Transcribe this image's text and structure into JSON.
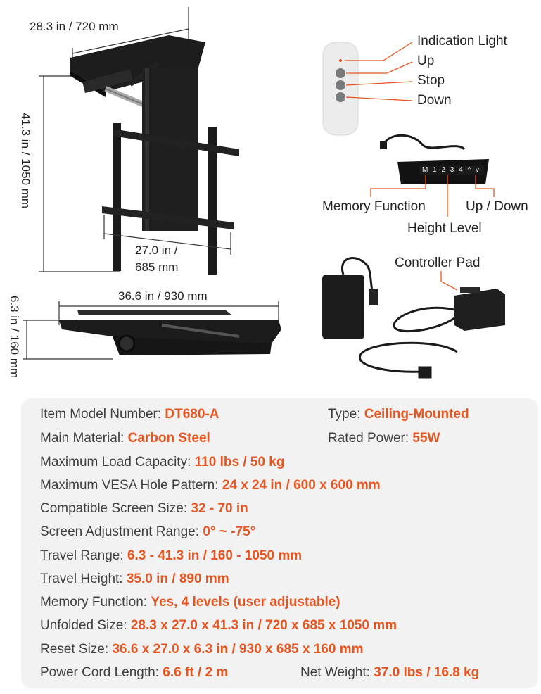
{
  "dimensions": {
    "top_width": "28.3 in / 720 mm",
    "height": "41.3 in / 1050 mm",
    "vesa_width_line1": "27.0 in /",
    "vesa_width_line2": "685 mm",
    "folded_length": "36.6 in / 930 mm",
    "folded_height": "6.3 in / 160 mm"
  },
  "remote": {
    "indication_light": "Indication Light",
    "up": "Up",
    "stop": "Stop",
    "down": "Down"
  },
  "keypad": {
    "keys": "M 1 2 3 4 ^ v",
    "memory_function": "Memory Function",
    "height_level": "Height Level",
    "up_down": "Up / Down"
  },
  "controller": {
    "label": "Controller Pad"
  },
  "colors": {
    "accent": "#e8541f",
    "callout_line": "#e8541f",
    "spec_bg": "#f2f2f2"
  },
  "specs": {
    "model": {
      "label": "Item Model Number:",
      "value": "DT680-A"
    },
    "type": {
      "label": "Type:",
      "value": "Ceiling-Mounted"
    },
    "material": {
      "label": "Main Material:",
      "value": "Carbon Steel"
    },
    "power": {
      "label": "Rated Power:",
      "value": "55W"
    },
    "load": {
      "label": "Maximum Load Capacity:",
      "value": "110 lbs / 50 kg"
    },
    "vesa": {
      "label": "Maximum VESA Hole Pattern:",
      "value": "24 x 24 in / 600 x 600 mm"
    },
    "screen": {
      "label": "Compatible Screen Size:",
      "value": "32 - 70 in"
    },
    "adjust": {
      "label": "Screen Adjustment Range:",
      "value": "0° ~ -75°"
    },
    "travel_range": {
      "label": "Travel Range:",
      "value": "6.3 - 41.3 in / 160 - 1050 mm"
    },
    "travel_height": {
      "label": "Travel Height:",
      "value": "35.0 in / 890 mm"
    },
    "memory": {
      "label": "Memory Function:",
      "value": "Yes, 4 levels (user adjustable)"
    },
    "unfolded": {
      "label": "Unfolded Size:",
      "value": "28.3 x 27.0 x 41.3 in / 720 x 685 x 1050 mm"
    },
    "reset": {
      "label": "Reset Size:",
      "value": "36.6 x 27.0 x 6.3 in / 930 x 685 x 160 mm"
    },
    "cord": {
      "label": "Power Cord Length:",
      "value": "6.6 ft / 2 m"
    },
    "weight": {
      "label": "Net Weight:",
      "value": "37.0 lbs / 16.8 kg"
    }
  }
}
